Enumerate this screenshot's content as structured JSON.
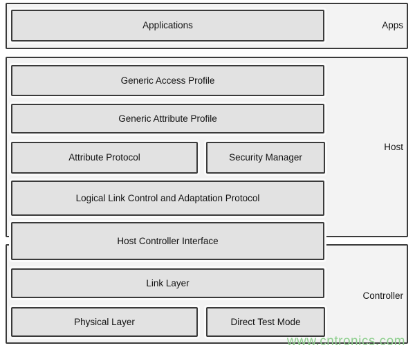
{
  "sections": {
    "apps": {
      "label": "Apps",
      "applications": "Applications"
    },
    "host": {
      "label": "Host",
      "generic_access_profile": "Generic Access Profile",
      "generic_attribute_profile": "Generic Attribute Profile",
      "attribute_protocol": "Attribute Protocol",
      "security_manager": "Security Manager",
      "l2cap": "Logical Link Control and Adaptation Protocol",
      "hci": "Host Controller Interface"
    },
    "controller": {
      "label": "Controller",
      "link_layer": "Link Layer",
      "physical_layer": "Physical Layer",
      "direct_test_mode": "Direct Test Mode"
    }
  },
  "watermark": "www.cntronics.com",
  "colors": {
    "outer_fill": "#f3f3f3",
    "inner_fill": "#e2e2e2",
    "border": "#3a3a3a",
    "text": "#111111",
    "watermark": "#8ecf8e"
  }
}
